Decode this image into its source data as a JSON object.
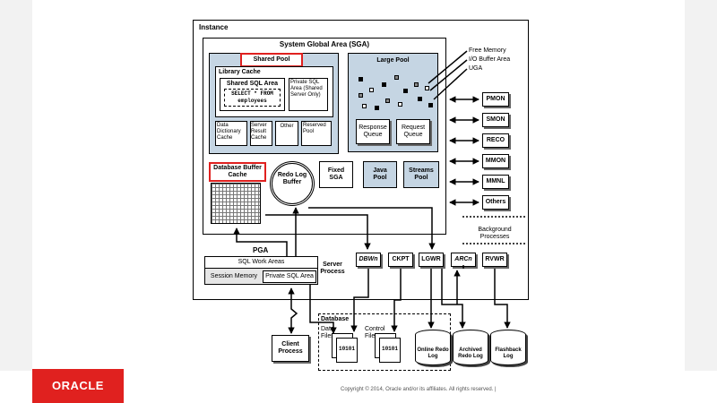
{
  "instance": {
    "title": "Instance"
  },
  "sga": {
    "title": "System Global Area (SGA)",
    "shared_pool": "Shared Pool",
    "library_cache": "Library Cache",
    "shared_sql_area": "Shared SQL Area",
    "sql_line1": "SELECT * FROM",
    "sql_line2": "employees",
    "private_sql_area": "Private SQL Area (Shared Server Only)",
    "data_dictionary_cache": "Data Dictionary Cache",
    "server_result_cache": "Server Result Cache",
    "other": "Other",
    "reserved_pool": "Reserved Pool",
    "large_pool": "Large Pool",
    "response_queue": "Response Queue",
    "request_queue": "Request Queue",
    "database_buffer_cache": "Database Buffer Cache",
    "redo_log_buffer": "Redo Log Buffer",
    "fixed_sga": "Fixed SGA",
    "java_pool": "Java Pool",
    "streams_pool": "Streams Pool"
  },
  "legend": {
    "free_memory": "Free Memory",
    "io_buffer_area": "I/O Buffer Area",
    "uga": "UGA"
  },
  "background": {
    "processes": [
      "PMON",
      "SMON",
      "RECO",
      "MMON",
      "MMNL",
      "Others"
    ],
    "label": "Background Processes",
    "row": [
      "DBWn",
      "CKPT",
      "LGWR",
      "ARCn",
      "RVWR"
    ]
  },
  "pga": {
    "title": "PGA",
    "sql_work_areas": "SQL Work Areas",
    "session_memory": "Session Memory",
    "private_sql_area": "Private SQL Area"
  },
  "server_process": "Server Process",
  "client_process": "Client Process",
  "database": {
    "title": "Database",
    "data_files": "Data Files",
    "control_files": "Control Files",
    "file_bits": "10101",
    "online_redo_log": "Online Redo Log",
    "archived_redo_log": "Archived Redo Log",
    "flashback_log": "Flashback Log"
  },
  "footer": {
    "logo": "ORACLE",
    "copyright": "Copyright © 2014, Oracle and/or its affiliates. All rights reserved.  |"
  },
  "colors": {
    "accent": "#e0211f",
    "pool_fill": "#c5d5e3",
    "shadow": "#666666"
  }
}
